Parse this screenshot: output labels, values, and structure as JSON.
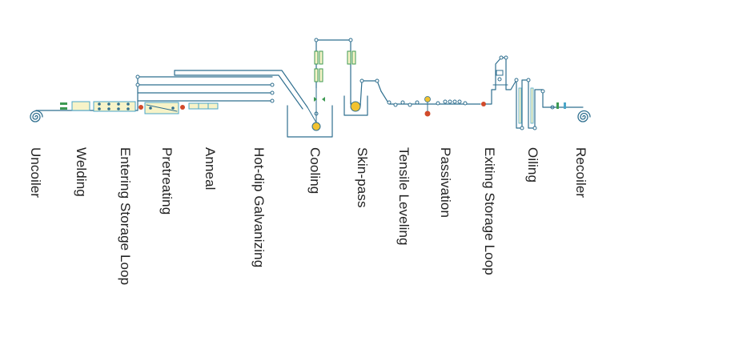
{
  "colors": {
    "line": "#2f6f8f",
    "roller": "#4aa6c8",
    "box_fill": "#f7f3c8",
    "box_stroke": "#4aa6c8",
    "green": "#3d9a52",
    "yellow": "#f2c230",
    "red": "#d24a2a",
    "label": "#222222"
  },
  "stages": [
    {
      "id": "uncoiler",
      "label": "Uncoiler"
    },
    {
      "id": "welding",
      "label": "Welding"
    },
    {
      "id": "entering-storage-loop",
      "label": "Entering Storage Loop"
    },
    {
      "id": "pretreating",
      "label": "Pretreating"
    },
    {
      "id": "anneal",
      "label": "Anneal"
    },
    {
      "id": "hot-dip-galvanizing",
      "label": "Hot-dip Galvanizing"
    },
    {
      "id": "cooling",
      "label": "Cooling"
    },
    {
      "id": "skin-pass",
      "label": "Skin-pass"
    },
    {
      "id": "tensile-leveling",
      "label": "Tensile Leveling"
    },
    {
      "id": "passivation",
      "label": "Passivation"
    },
    {
      "id": "exiting-storage-loop",
      "label": "Exiting Storage Loop"
    },
    {
      "id": "oiling",
      "label": "Oiling"
    },
    {
      "id": "recoiler",
      "label": "Recoiler"
    }
  ]
}
